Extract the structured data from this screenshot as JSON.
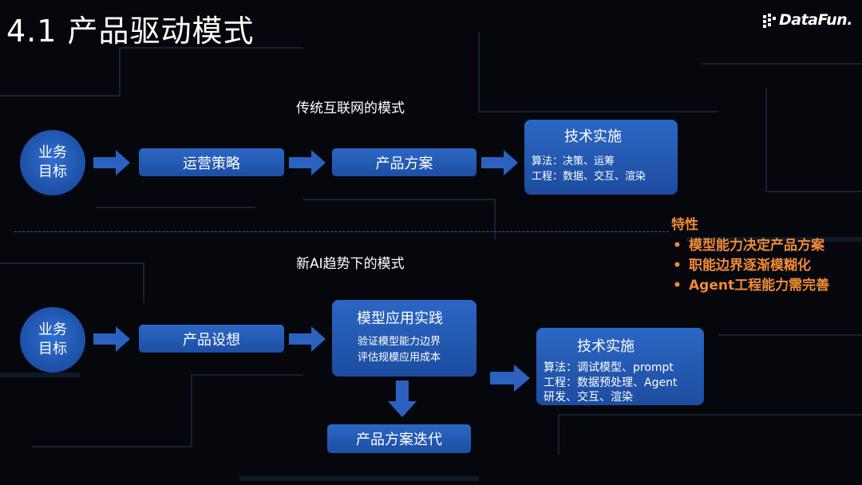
{
  "slide": {
    "title": "4.1 产品驱动模式",
    "logo_text": "DataFun."
  },
  "traditional": {
    "label": "传统互联网的模式",
    "goal": [
      "业务",
      "目标"
    ],
    "step1": "运营策略",
    "step2": "产品方案",
    "tech": {
      "title": "技术实施",
      "lines": [
        "算法：决策、运筹",
        "工程：数据、交互、渲染"
      ]
    }
  },
  "ai": {
    "label": "新AI趋势下的模式",
    "goal": [
      "业务",
      "目标"
    ],
    "step1": "产品设想",
    "practice": {
      "title": "模型应用实践",
      "lines": [
        "验证模型能力边界",
        "评估规模应用成本"
      ]
    },
    "iterate": "产品方案迭代",
    "tech": {
      "title": "技术实施",
      "lines": [
        "算法：调试模型、prompt",
        "工程：数据预处理、Agent",
        "研发、交互、渲染"
      ]
    }
  },
  "traits": {
    "title": "特性",
    "items": [
      "模型能力决定产品方案",
      "职能边界逐渐模糊化",
      "Agent工程能力需完善"
    ],
    "bullet": "•"
  },
  "colors": {
    "accent_orange": "#f08a36",
    "box_blue": "#2c67c4",
    "arrow_blue": "#2b62c0"
  },
  "icons": {
    "arrow": "right-arrow-icon",
    "down_arrow": "down-arrow-icon",
    "logo": "datafun-logo-icon"
  }
}
